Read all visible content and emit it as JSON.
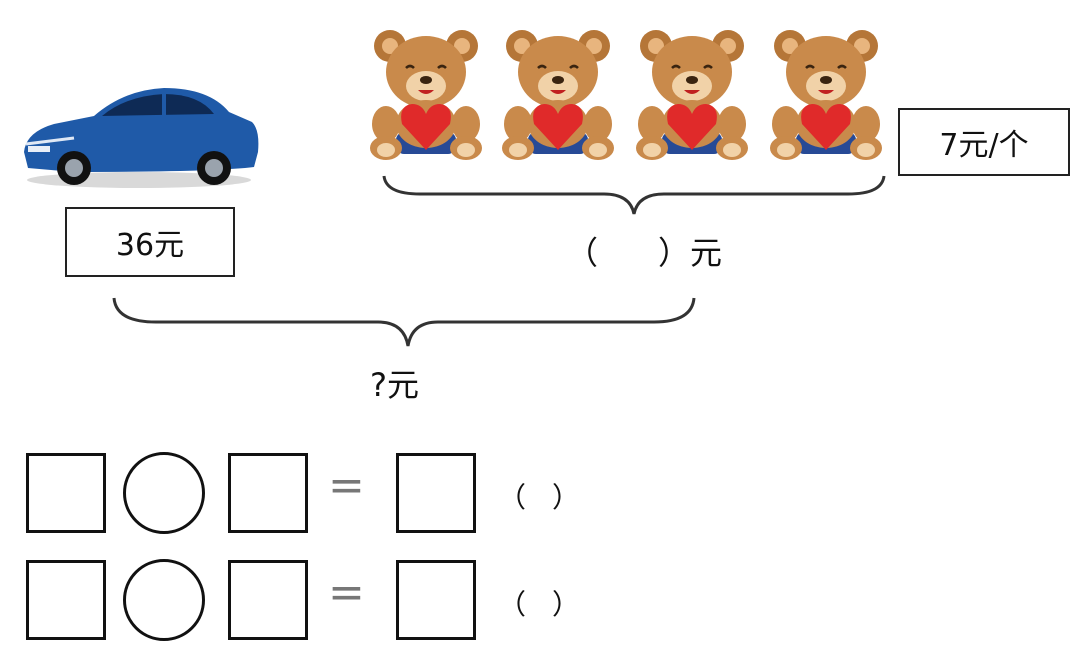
{
  "car": {
    "price": "36元",
    "icon": "car-icon"
  },
  "bears": {
    "icons": [
      "teddy-bear-icon",
      "teddy-bear-icon",
      "teddy-bear-icon",
      "teddy-bear-icon"
    ],
    "unit_price": "7元/个"
  },
  "brace_top": {
    "label_open": "（",
    "label_close": "）元"
  },
  "brace_bottom": {
    "label": "?元"
  },
  "equations": [
    {
      "eq_sign": "=",
      "paren_open": "（",
      "paren_close": "）"
    },
    {
      "eq_sign": "=",
      "paren_open": "（",
      "paren_close": "）"
    }
  ],
  "colors": {
    "car_body": "#1f5aa8",
    "bear_fur": "#c98a4b",
    "heart": "#e02a2a",
    "bear_pants": "#274a96"
  }
}
